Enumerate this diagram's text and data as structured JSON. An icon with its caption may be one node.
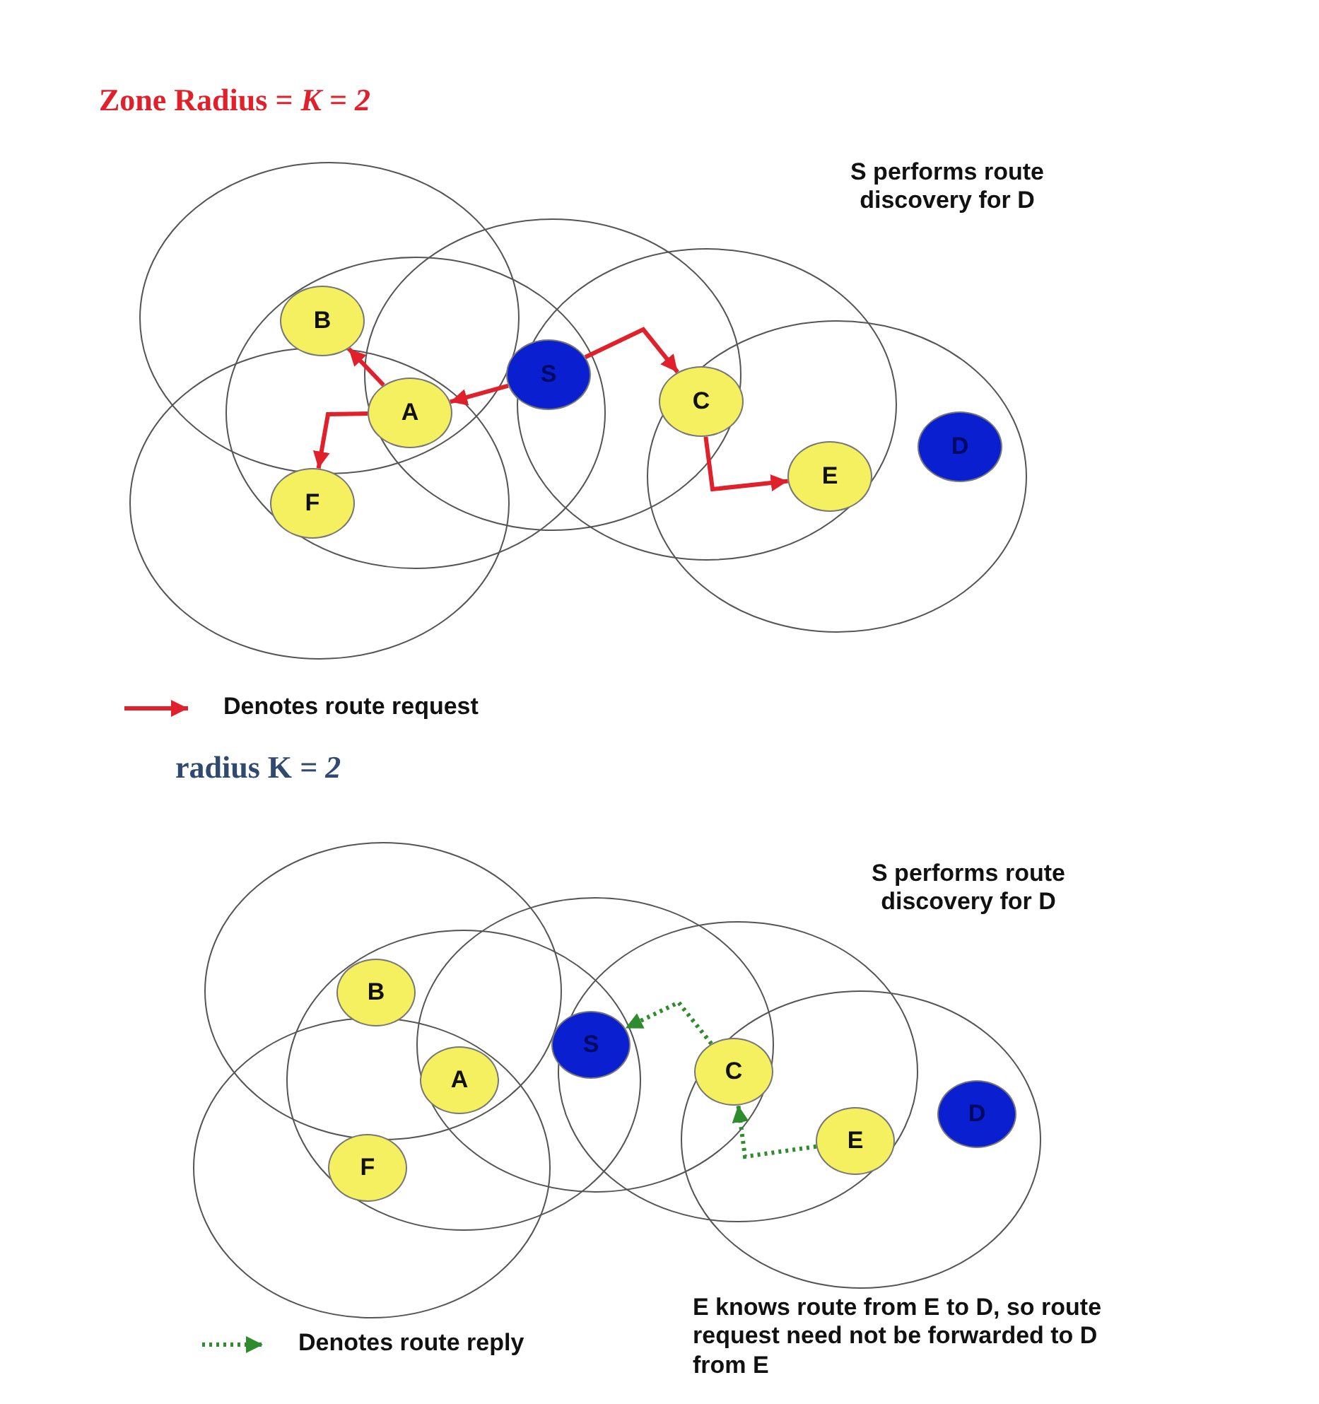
{
  "diagram": {
    "nodes": [
      {
        "text": [
          "B"
        ]
      },
      {
        "text": [
          "S"
        ]
      },
      {
        "text": [
          "A"
        ]
      },
      {
        "text": [
          "C"
        ]
      },
      {
        "text": [
          "D"
        ]
      },
      {
        "text": [
          "E"
        ]
      },
      {
        "text": [
          "F"
        ]
      },
      {
        "text": [
          "B"
        ]
      },
      {
        "text": [
          "S"
        ]
      },
      {
        "text": [
          "A"
        ]
      },
      {
        "text": [
          "C"
        ]
      },
      {
        "text": [
          "D"
        ]
      },
      {
        "text": [
          "E"
        ]
      },
      {
        "text": [
          "F"
        ]
      }
    ],
    "edges": [
      {
        "from": 1,
        "to": 2,
        "arrow": "to",
        "color": "#e0202a"
      },
      {
        "from": 2,
        "to": 0,
        "arrow": "to",
        "color": "#e0202a"
      },
      {
        "from": 2,
        "to": 6,
        "arrow": "to",
        "color": "#e0202a"
      },
      {
        "from": 1,
        "to": 3,
        "arrow": "to",
        "color": "#e0202a"
      },
      {
        "from": 3,
        "to": 5,
        "arrow": "to",
        "color": "#e0202a"
      },
      {
        "from": 12,
        "to": 10,
        "arrow": "to",
        "style": "dashed",
        "color": "#2e8b2e"
      },
      {
        "from": 10,
        "to": 8,
        "arrow": "to",
        "style": "dashed",
        "color": "#2e8b2e"
      }
    ],
    "labels": [
      "Zone Radius = *K = 2*",
      "S performs route discovery for D",
      "radius K *= 2*",
      "S performs route discovery for D",
      "E knows route from E to D, so route request need not be forwarded to D from E"
    ],
    "legend": [
      {
        "text": "Denotes route request"
      },
      {
        "text": "Denotes route reply"
      }
    ]
  }
}
